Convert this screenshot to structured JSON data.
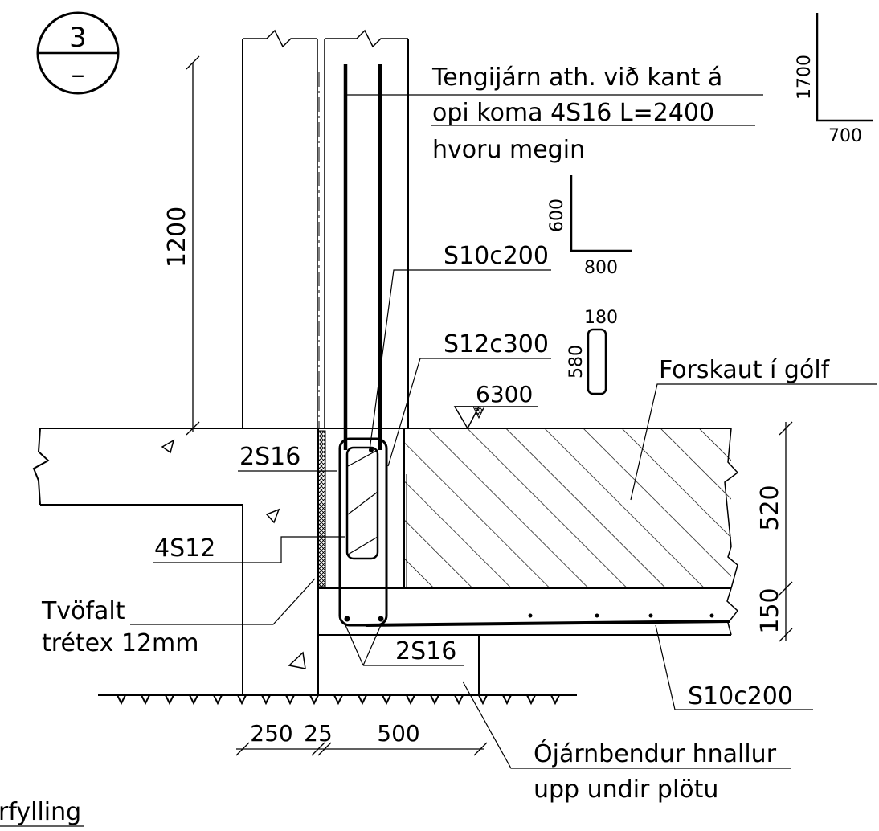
{
  "detail_marker": {
    "number": "3",
    "sheet": "–"
  },
  "annotations": {
    "tengijarn_line1": "Tengijárn ath. við kant á",
    "tengijarn_line2": "opi koma 4S16 L=2400",
    "tengijarn_line3": "hvoru megin",
    "s10c200_top": "S10c200",
    "s12c300": "S12c300",
    "forskaut": "Forskaut í gólf",
    "level": "6300",
    "bar_2s16_top": "2S16",
    "bar_4s12": "4S12",
    "tvofalt_line1": "Tvöfalt",
    "tvofalt_line2": "trétex 12mm",
    "bar_2s16_bottom": "2S16",
    "s10c200_bottom": "S10c200",
    "ojarn_line1": "Ójárnbendur hnallur",
    "ojarn_line2": "upp undir plötu",
    "fylling": "rfylling"
  },
  "bar_shapes": {
    "shape_a": {
      "leg_vertical": "1700",
      "leg_horizontal": "700"
    },
    "shape_b": {
      "leg_vertical": "600",
      "leg_horizontal": "800"
    },
    "stirrup": {
      "width": "180",
      "height": "580"
    }
  },
  "dimensions": {
    "wall_height": "1200",
    "slab_thickness": "520",
    "base_thickness": "150",
    "d250": "250",
    "d25": "25",
    "d500": "500"
  }
}
